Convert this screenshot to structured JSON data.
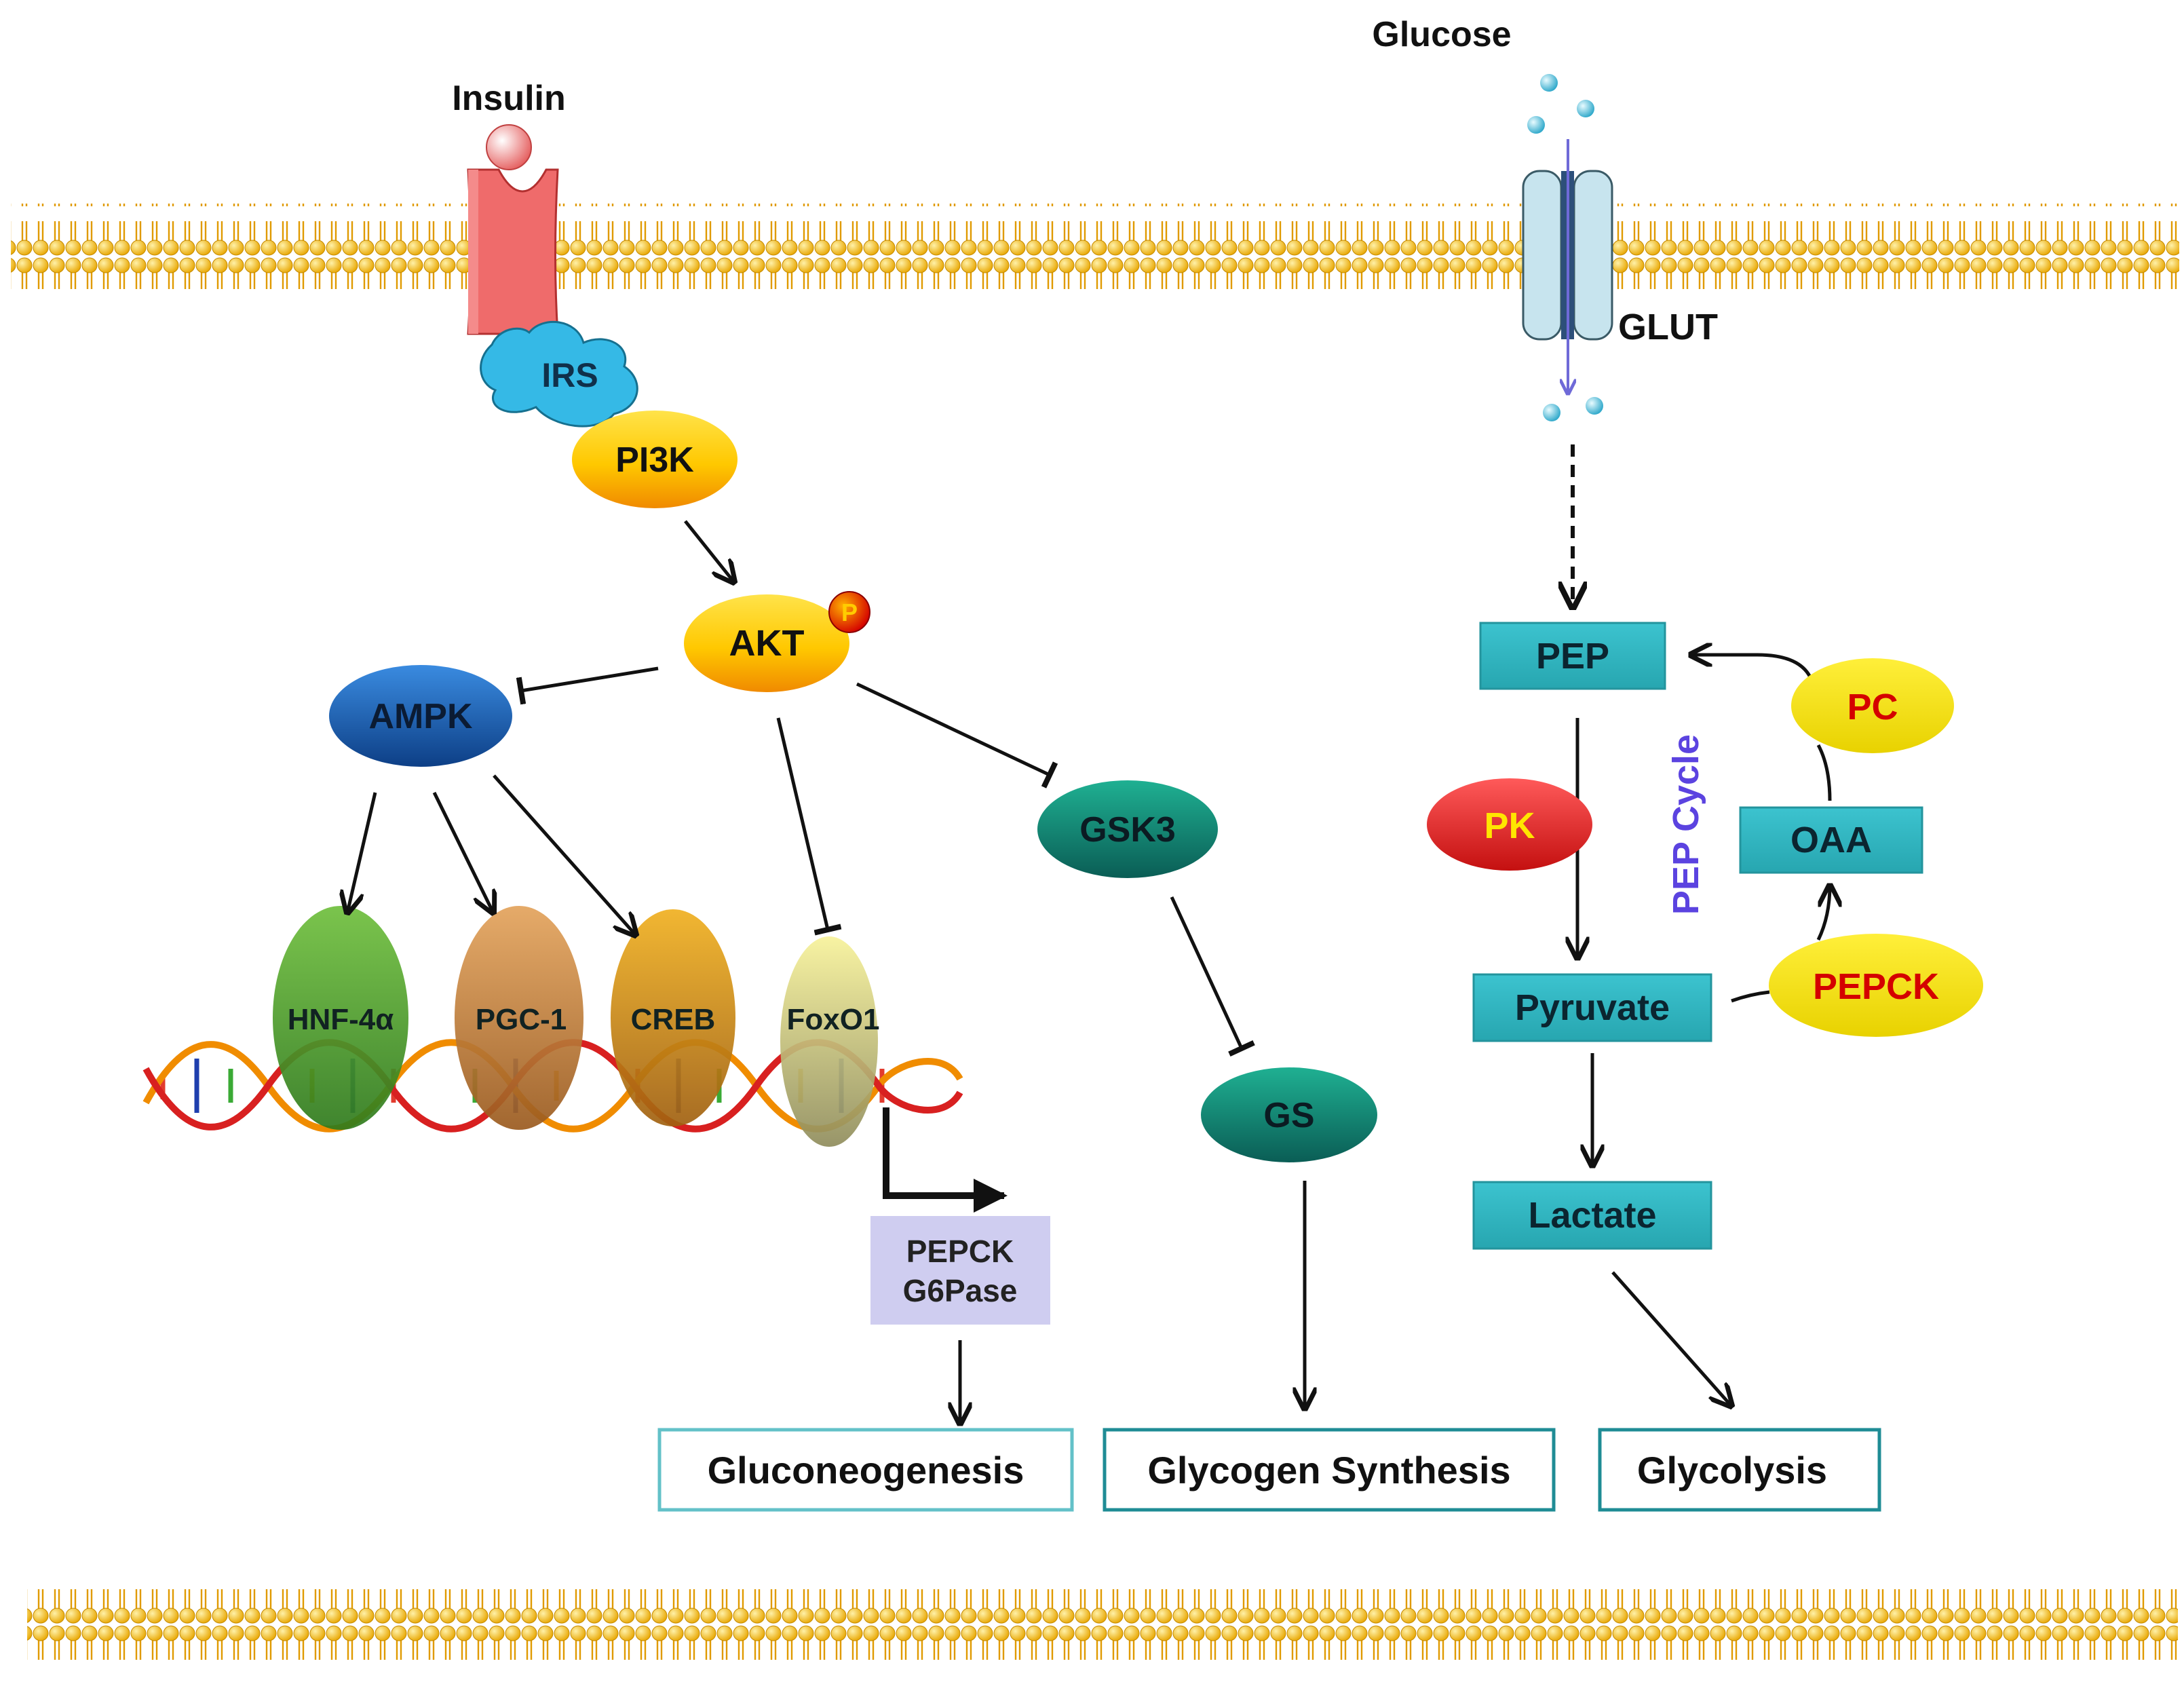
{
  "labels": {
    "insulin": "Insulin",
    "glucose": "Glucose",
    "glut": "GLUT",
    "irs": "IRS",
    "phospho": "P",
    "pep_cycle": "PEP Cycle"
  },
  "nodes": {
    "pi3k": "PI3K",
    "akt": "AKT",
    "ampk": "AMPK",
    "gsk3": "GSK3",
    "gs": "GS",
    "hnf4a": "HNF-4α",
    "pgc1": "PGC-1",
    "creb": "CREB",
    "foxo1": "FoxO1",
    "pk": "PK",
    "pc": "PC",
    "pepck_enzyme": "PEPCK",
    "pep": "PEP",
    "oaa": "OAA",
    "pyruvate": "Pyruvate",
    "lactate": "Lactate"
  },
  "target_genes": {
    "line1": "PEPCK",
    "line2": "G6Pase"
  },
  "outcomes": {
    "gluconeogenesis": "Gluconeogenesis",
    "glycogen_synthesis": "Glycogen Synthesis",
    "glycolysis": "Glycolysis"
  },
  "colors": {
    "membrane_head": "#f0b400",
    "membrane_tail": "#d99a00",
    "receptor": "#ef6b6b",
    "irs": "#35b9e6",
    "yellow_node": "#ffcc00",
    "ampk": "#1b63b0",
    "teal_node": "#0f8a76",
    "teal_box": "#34b9c4",
    "pk": "#e83232",
    "pk_text": "#ffe600",
    "enzyme_text": "#d40000",
    "pep_cycle_text": "#5b43e0",
    "target_gene_box": "#cfcdf0",
    "outcome_border": "#1f8c95"
  }
}
